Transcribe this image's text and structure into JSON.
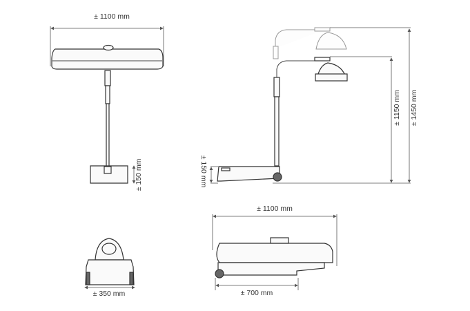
{
  "front_view": {
    "width_label": "± 1100 mm",
    "base_height_label": "± 150 mm"
  },
  "side_view": {
    "base_height_label": "± 150 mm",
    "low_height_label": "± 1150 mm",
    "high_height_label": "± 1450 mm"
  },
  "folded_front_view": {
    "width_label": "± 350 mm"
  },
  "folded_side_view": {
    "length_label": "± 1100 mm",
    "depth_label": "± 700 mm"
  },
  "colors": {
    "line": "#333333",
    "ghost": "#999999",
    "text": "#333333"
  }
}
